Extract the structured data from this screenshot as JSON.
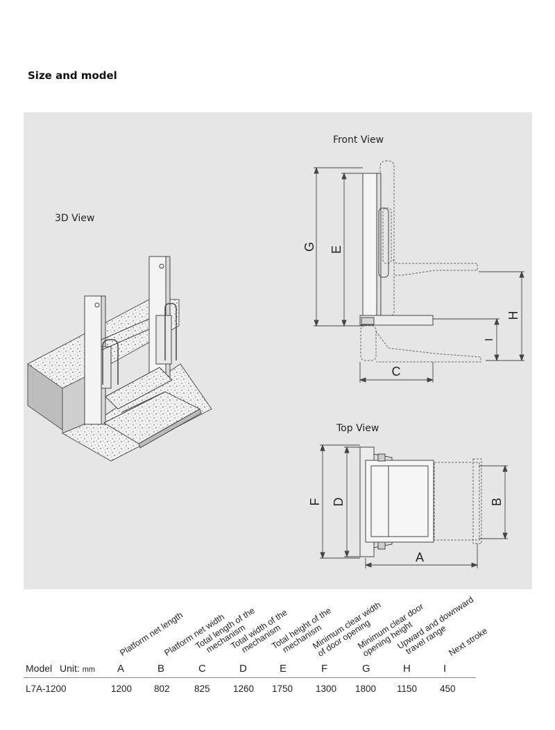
{
  "section_title": "Size and model",
  "views": {
    "three_d": "3D View",
    "front": "Front View",
    "top": "Top View"
  },
  "dimension_letters": {
    "a": "A",
    "b": "B",
    "c": "C",
    "d": "D",
    "e": "E",
    "f": "F",
    "g": "G",
    "h": "H",
    "i": "I"
  },
  "table": {
    "model_label": "Model",
    "unit_label": "Unit:",
    "unit_value": "mm",
    "headers": [
      {
        "letter": "A",
        "desc": [
          "Platform net length"
        ]
      },
      {
        "letter": "B",
        "desc": [
          "Platform net width"
        ]
      },
      {
        "letter": "C",
        "desc": [
          "Total length of the",
          "mechanism"
        ]
      },
      {
        "letter": "D",
        "desc": [
          "Total width of the",
          "mechanism"
        ]
      },
      {
        "letter": "E",
        "desc": [
          "Total height of the",
          "mechanism"
        ]
      },
      {
        "letter": "F",
        "desc": [
          "Minimum clear width",
          "of door opening"
        ]
      },
      {
        "letter": "G",
        "desc": [
          "Minimum clear door",
          "opening height"
        ]
      },
      {
        "letter": "H",
        "desc": [
          "Upward and downward",
          "travel range"
        ]
      },
      {
        "letter": "I",
        "desc": [
          "Next stroke"
        ]
      }
    ],
    "rows": [
      {
        "model": "L7A-1200",
        "values": [
          "1200",
          "802",
          "825",
          "1260",
          "1750",
          "1300",
          "1800",
          "1150",
          "450"
        ]
      }
    ]
  }
}
